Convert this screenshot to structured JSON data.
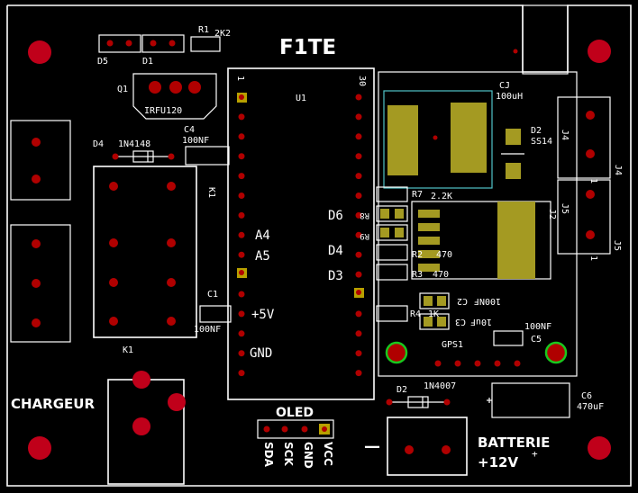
{
  "title": "F1TE",
  "components": {
    "r1": "R1",
    "r1_value": "2K2",
    "d5": "D5",
    "d1": "D1",
    "q1": "Q1",
    "q1_part": "IRFU120",
    "u1": "U1",
    "pin1": "1",
    "pin30": "30",
    "d4": "D4",
    "d4_part": "1N4148",
    "c4": "C4",
    "c4_value": "100NF",
    "k1_side": "K1",
    "k1_bottom": "K1",
    "c1": "C1",
    "c1_value": "100NF",
    "cj": "CJ",
    "cj_value": "100uH",
    "d2_top": "D2",
    "d2_top_part": "SS14",
    "j4_top": "J4",
    "j4_mid": "J4",
    "j5": "J5",
    "j5_bot": "J5",
    "j5_pin1": "1",
    "j4_pin1": "1",
    "j2": "J2",
    "r7": "R7",
    "r7_value": "2.2K",
    "r8": "R8",
    "r9": "R9",
    "r2": "R2",
    "r2_value": "470",
    "r3": "R3",
    "r3_value": "470",
    "r4": "R4",
    "r4_value": "1K",
    "c2": "C2",
    "c2_value": "100NF",
    "c3": "C3",
    "c3_value": "10uF",
    "c5": "C5",
    "c5_value": "100NF",
    "gps": "GPS1",
    "d2_bottom": "D2",
    "d2_bottom_part": "1N4007",
    "c6": "C6",
    "c6_value": "470uF"
  },
  "pins": {
    "a4": "A4",
    "a5": "A5",
    "d6": "D6",
    "d4": "D4",
    "d3": "D3",
    "p5v": "+5V",
    "gnd": "GND"
  },
  "oled": {
    "label": "OLED",
    "sda": "SDA",
    "sck": "SCK",
    "gnd": "GND",
    "vcc": "VCC"
  },
  "labels": {
    "chargeur": "CHARGEUR",
    "batterie": "BATTERIE",
    "plus12v": "+12V",
    "minus": "—",
    "plus_small": "+"
  },
  "colors": {
    "background": "#000000",
    "silkscreen": "#ffffff",
    "pad": "#b00000",
    "square_pad": "#b8a000",
    "copper_smd": "#a49a22",
    "gps_ring": "#19c81e",
    "inductor_outline": "#4fc3c8"
  }
}
